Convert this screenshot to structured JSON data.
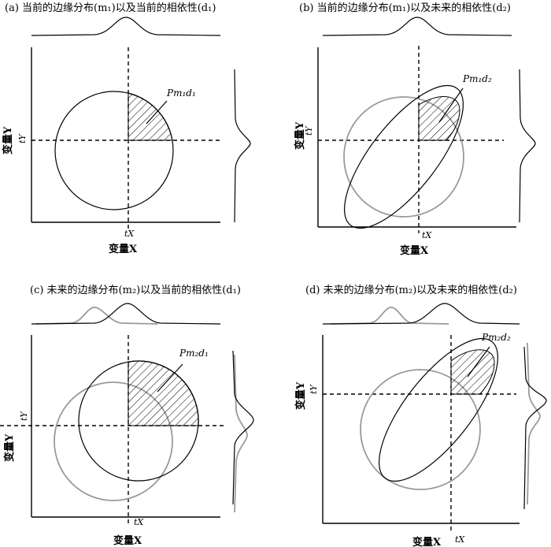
{
  "panels": [
    {
      "title": "(a) 当前的边缘分布(m₁)以及当前的相依性(d₁)",
      "region": "Pm₁d₁"
    },
    {
      "title": "(b) 当前的边缘分布(m₁)以及未来的相依性(d₂)",
      "region": "Pm₁d₂"
    },
    {
      "title": "(c) 未来的边缘分布(m₂)以及当前的相依性(d₁)",
      "region": "Pm₂d₁"
    },
    {
      "title": "(d) 未来的边缘分布(m₂)以及未来的相依性(d₂)",
      "region": "Pm₂d₂"
    }
  ],
  "axes": {
    "x_label": "变量X",
    "y_label": "变量Y",
    "tx": "tX",
    "ty": "tY"
  },
  "colors": {
    "current": "#000000",
    "future": "#9a9a9a"
  }
}
